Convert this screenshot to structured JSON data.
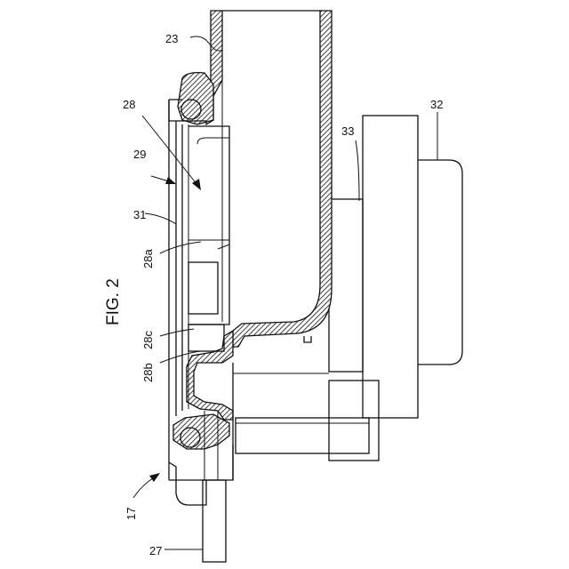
{
  "figure": {
    "caption": "FIG. 2"
  },
  "labels": {
    "l23": "23",
    "l28": "28",
    "l29": "29",
    "l31": "31",
    "l28a": "28a",
    "l28c": "28c",
    "l28b": "28b",
    "l17": "17",
    "l27": "27",
    "l33": "33",
    "l32": "32"
  },
  "colors": {
    "ink": "#111111",
    "paper": "#ffffff"
  }
}
